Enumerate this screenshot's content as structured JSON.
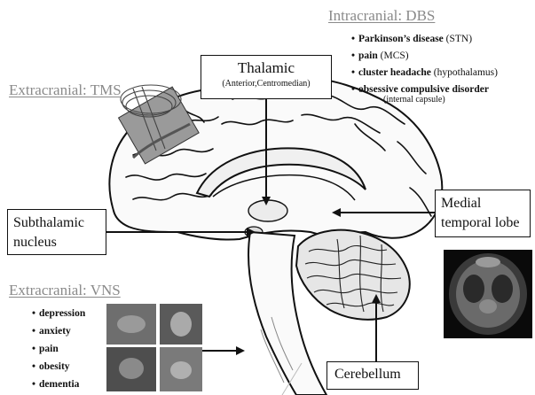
{
  "labels": {
    "intracranial_dbs": "Intracranial: DBS",
    "extracranial_tms": "Extracranial: TMS",
    "extracranial_vns": "Extracranial: VNS",
    "thalamic_title": "Thalamic",
    "thalamic_sub": "(Anterior,Centromedian)",
    "subthalamic_line1": "Subthalamic",
    "subthalamic_line2": "nucleus",
    "medial_line1": "Medial",
    "medial_line2": "temporal lobe",
    "cerebellum": "Cerebellum"
  },
  "bullet_glyph": "•",
  "dbs_items": [
    {
      "bold": "Parkinson’s disease",
      "normal": " (STN)"
    },
    {
      "bold": "pain",
      "normal": " (MCS)"
    },
    {
      "bold": "cluster headache",
      "normal": " (hypothalamus)"
    },
    {
      "bold": "obsessive compulsive disorder",
      "normal": "",
      "sub": "(internal capsule)"
    }
  ],
  "vns_items": [
    "depression",
    "anxiety",
    "pain",
    "obesity",
    "dementia"
  ]
}
